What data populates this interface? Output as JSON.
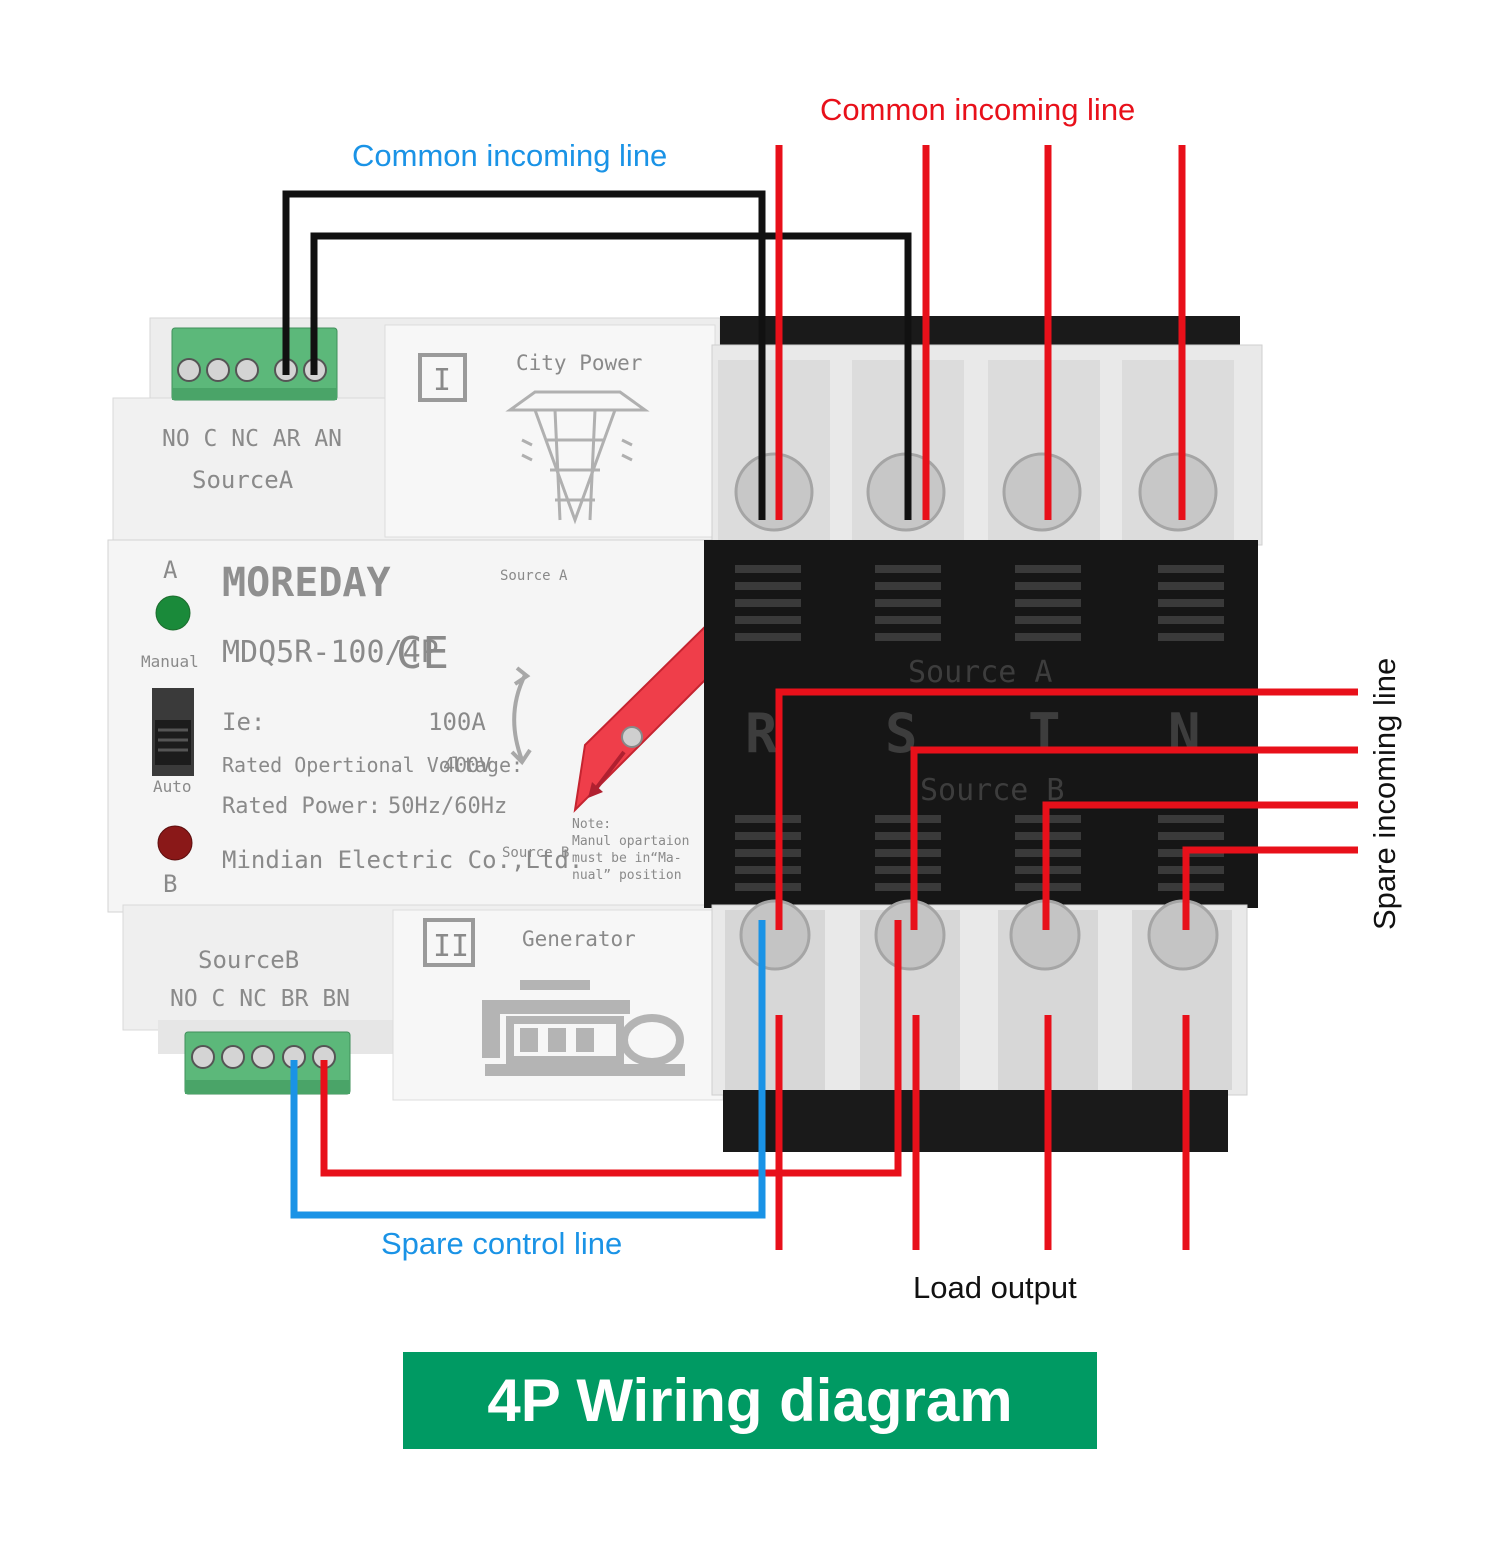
{
  "labels": {
    "common_incoming_red": "Common incoming line",
    "common_incoming_blue": "Common incoming line",
    "spare_incoming": "Spare incoming line",
    "spare_control": "Spare control line",
    "load_output": "Load output",
    "title": "4P Wiring diagram"
  },
  "device": {
    "terminals_a": "NO C NC AR AN",
    "source_a": "SourceA",
    "terminals_b": "NO C NC BR BN",
    "source_b": "SourceB",
    "city_power": "City Power",
    "generator": "Generator",
    "roman_1": "I",
    "roman_2": "II",
    "brand": "MOREDAY",
    "model": "MDQ5R-100/4P",
    "ce": "CE",
    "led_a": "A",
    "led_b": "B",
    "manual": "Manual",
    "auto": "Auto",
    "ie_label": "Ie:",
    "ie_value": "100A",
    "voltage_label": "Rated Opertional Voltage:",
    "voltage_value": "400V",
    "power_label": "Rated Power:",
    "power_value": "50Hz/60Hz",
    "maker": "Mindian Electric Co.,Ltd.",
    "source_a_small": "Source A",
    "source_b_small": "Source B",
    "note_1": "Note:",
    "note_2": "Manul opartaion",
    "note_3": "must be in“Ma-",
    "note_4": "nual” position",
    "phase_r": "R",
    "phase_s": "S",
    "phase_t": "T",
    "phase_n": "N",
    "block_source_a": "Source A",
    "block_source_b": "Source B"
  },
  "colors": {
    "red_wire": "#e8101a",
    "blue_wire": "#1a93e6",
    "black_wire": "#111111",
    "banner": "#009a63",
    "handle": "#ef3e4a",
    "terminal_green": "#5cb87a"
  }
}
